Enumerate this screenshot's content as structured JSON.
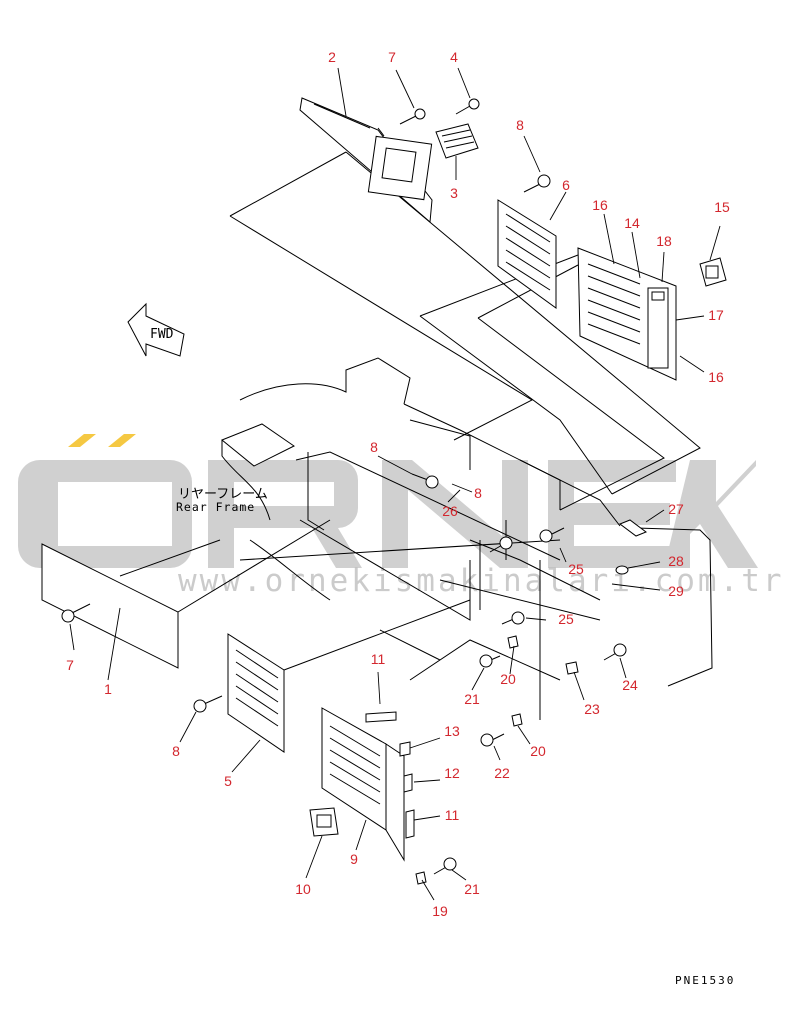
{
  "watermark": {
    "brand": "ÖRNEK",
    "url": "www.ornekismakinalari.com.tr",
    "brand_color": "#c8c8c8",
    "accent_color": "#f5c842"
  },
  "labels": {
    "frame_jp": "リヤーフレーム",
    "frame_en": "Rear Frame",
    "fwd": "FWD",
    "drawing_code": "PNE1530"
  },
  "callout_color": "#d3272e",
  "callouts": [
    "2",
    "7",
    "4",
    "8",
    "3",
    "6",
    "16",
    "14",
    "18",
    "15",
    "17",
    "16",
    "8",
    "8",
    "26",
    "27",
    "25",
    "28",
    "29",
    "25",
    "7",
    "1",
    "8",
    "5",
    "11",
    "21",
    "20",
    "24",
    "23",
    "13",
    "12",
    "11",
    "22",
    "20",
    "9",
    "10",
    "21",
    "19"
  ]
}
